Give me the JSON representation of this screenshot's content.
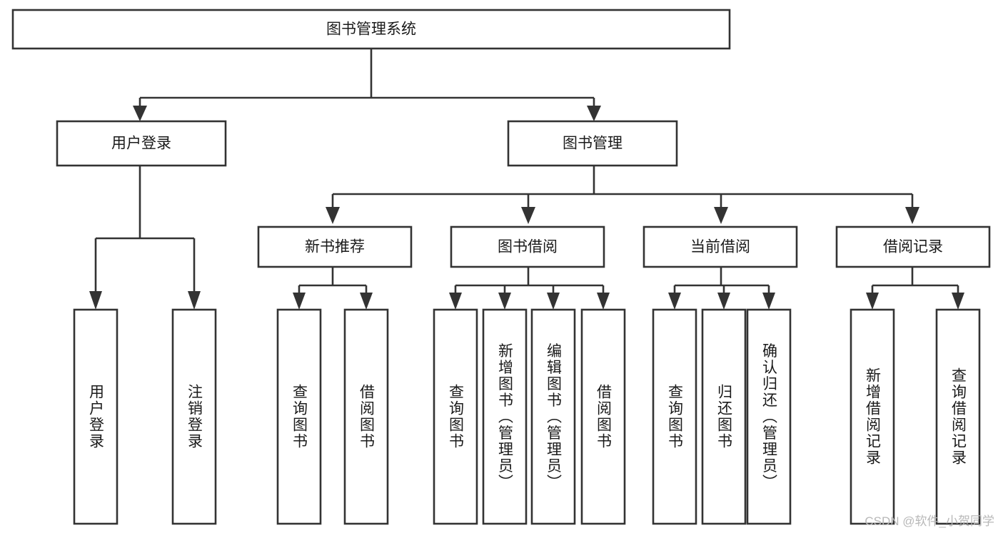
{
  "diagram": {
    "type": "tree",
    "title": "图书管理系统",
    "watermark": "CSDN @软件_小贺同学",
    "colors": {
      "stroke": "#333333",
      "box_fill": "#ffffff",
      "text": "#1a1a1a",
      "background": "#ffffff",
      "watermark": "#b8b8b8"
    },
    "nodes": {
      "root": {
        "label": "图书管理系统",
        "orientation": "horizontal"
      },
      "level2": [
        {
          "id": "user-login",
          "label": "用户登录",
          "orientation": "horizontal"
        },
        {
          "id": "book-manage",
          "label": "图书管理",
          "orientation": "horizontal"
        }
      ],
      "level3": [
        {
          "id": "new-book-recommend",
          "label": "新书推荐",
          "orientation": "horizontal"
        },
        {
          "id": "book-borrow",
          "label": "图书借阅",
          "orientation": "horizontal"
        },
        {
          "id": "current-borrow",
          "label": "当前借阅",
          "orientation": "horizontal"
        },
        {
          "id": "borrow-record",
          "label": "借阅记录",
          "orientation": "horizontal"
        }
      ],
      "leaves": [
        {
          "id": "leaf-user-login",
          "label": "用户登录",
          "parent": "user-login",
          "orientation": "vertical"
        },
        {
          "id": "leaf-user-logout",
          "label": "注销登录",
          "parent": "user-login",
          "orientation": "vertical"
        },
        {
          "id": "leaf-query-book-1",
          "label": "查询图书",
          "parent": "new-book-recommend",
          "orientation": "vertical"
        },
        {
          "id": "leaf-borrow-book-1",
          "label": "借阅图书",
          "parent": "new-book-recommend",
          "orientation": "vertical"
        },
        {
          "id": "leaf-query-book-2",
          "label": "查询图书",
          "parent": "book-borrow",
          "orientation": "vertical"
        },
        {
          "id": "leaf-add-book",
          "label": "新增图书（管理员）",
          "parent": "book-borrow",
          "orientation": "vertical"
        },
        {
          "id": "leaf-edit-book",
          "label": "编辑图书（管理员）",
          "parent": "book-borrow",
          "orientation": "vertical"
        },
        {
          "id": "leaf-borrow-book-2",
          "label": "借阅图书",
          "parent": "book-borrow",
          "orientation": "vertical"
        },
        {
          "id": "leaf-query-book-3",
          "label": "查询图书",
          "parent": "current-borrow",
          "orientation": "vertical"
        },
        {
          "id": "leaf-return-book",
          "label": "归还图书",
          "parent": "current-borrow",
          "orientation": "vertical"
        },
        {
          "id": "leaf-confirm-return",
          "label": "确认归还（管理员）",
          "parent": "current-borrow",
          "orientation": "vertical"
        },
        {
          "id": "leaf-add-record",
          "label": "新增借阅记录",
          "parent": "borrow-record",
          "orientation": "vertical"
        },
        {
          "id": "leaf-query-record",
          "label": "查询借阅记录",
          "parent": "borrow-record",
          "orientation": "vertical"
        }
      ]
    }
  }
}
